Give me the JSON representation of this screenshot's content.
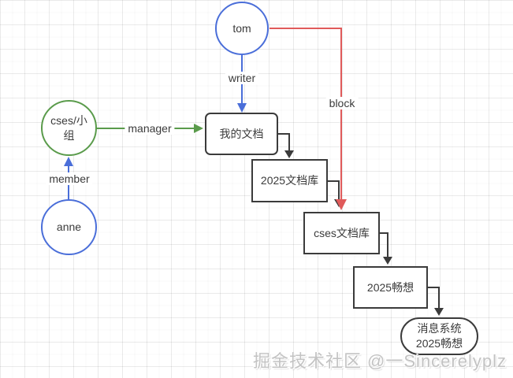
{
  "nodes": {
    "tom": {
      "label": "tom"
    },
    "cses_group": {
      "label": "cses/小组"
    },
    "anne": {
      "label": "anne"
    },
    "my_docs": {
      "label": "我的文档"
    },
    "docs_2025": {
      "label": "2025文档库"
    },
    "cses_docs": {
      "label": "cses文档库"
    },
    "vision_2025": {
      "label": "2025畅想"
    },
    "message_system": {
      "line1": "消息系统",
      "line2": "2025畅想"
    }
  },
  "edges": {
    "writer": {
      "label": "writer",
      "color": "#4a6ed9"
    },
    "manager": {
      "label": "manager",
      "color": "#5a9b4b"
    },
    "member": {
      "label": "member",
      "color": "#4a6ed9"
    },
    "block": {
      "label": "block",
      "color": "#e05a5a"
    }
  },
  "colors": {
    "node_border_dark": "#3b3b3b",
    "circle_blue": "#4a6ed9",
    "circle_green": "#5a9b4b",
    "background": "#ffffff",
    "grid_line": "#ededed"
  },
  "watermark": {
    "text": "掘金技术社区 @一Sincerelyplz"
  }
}
